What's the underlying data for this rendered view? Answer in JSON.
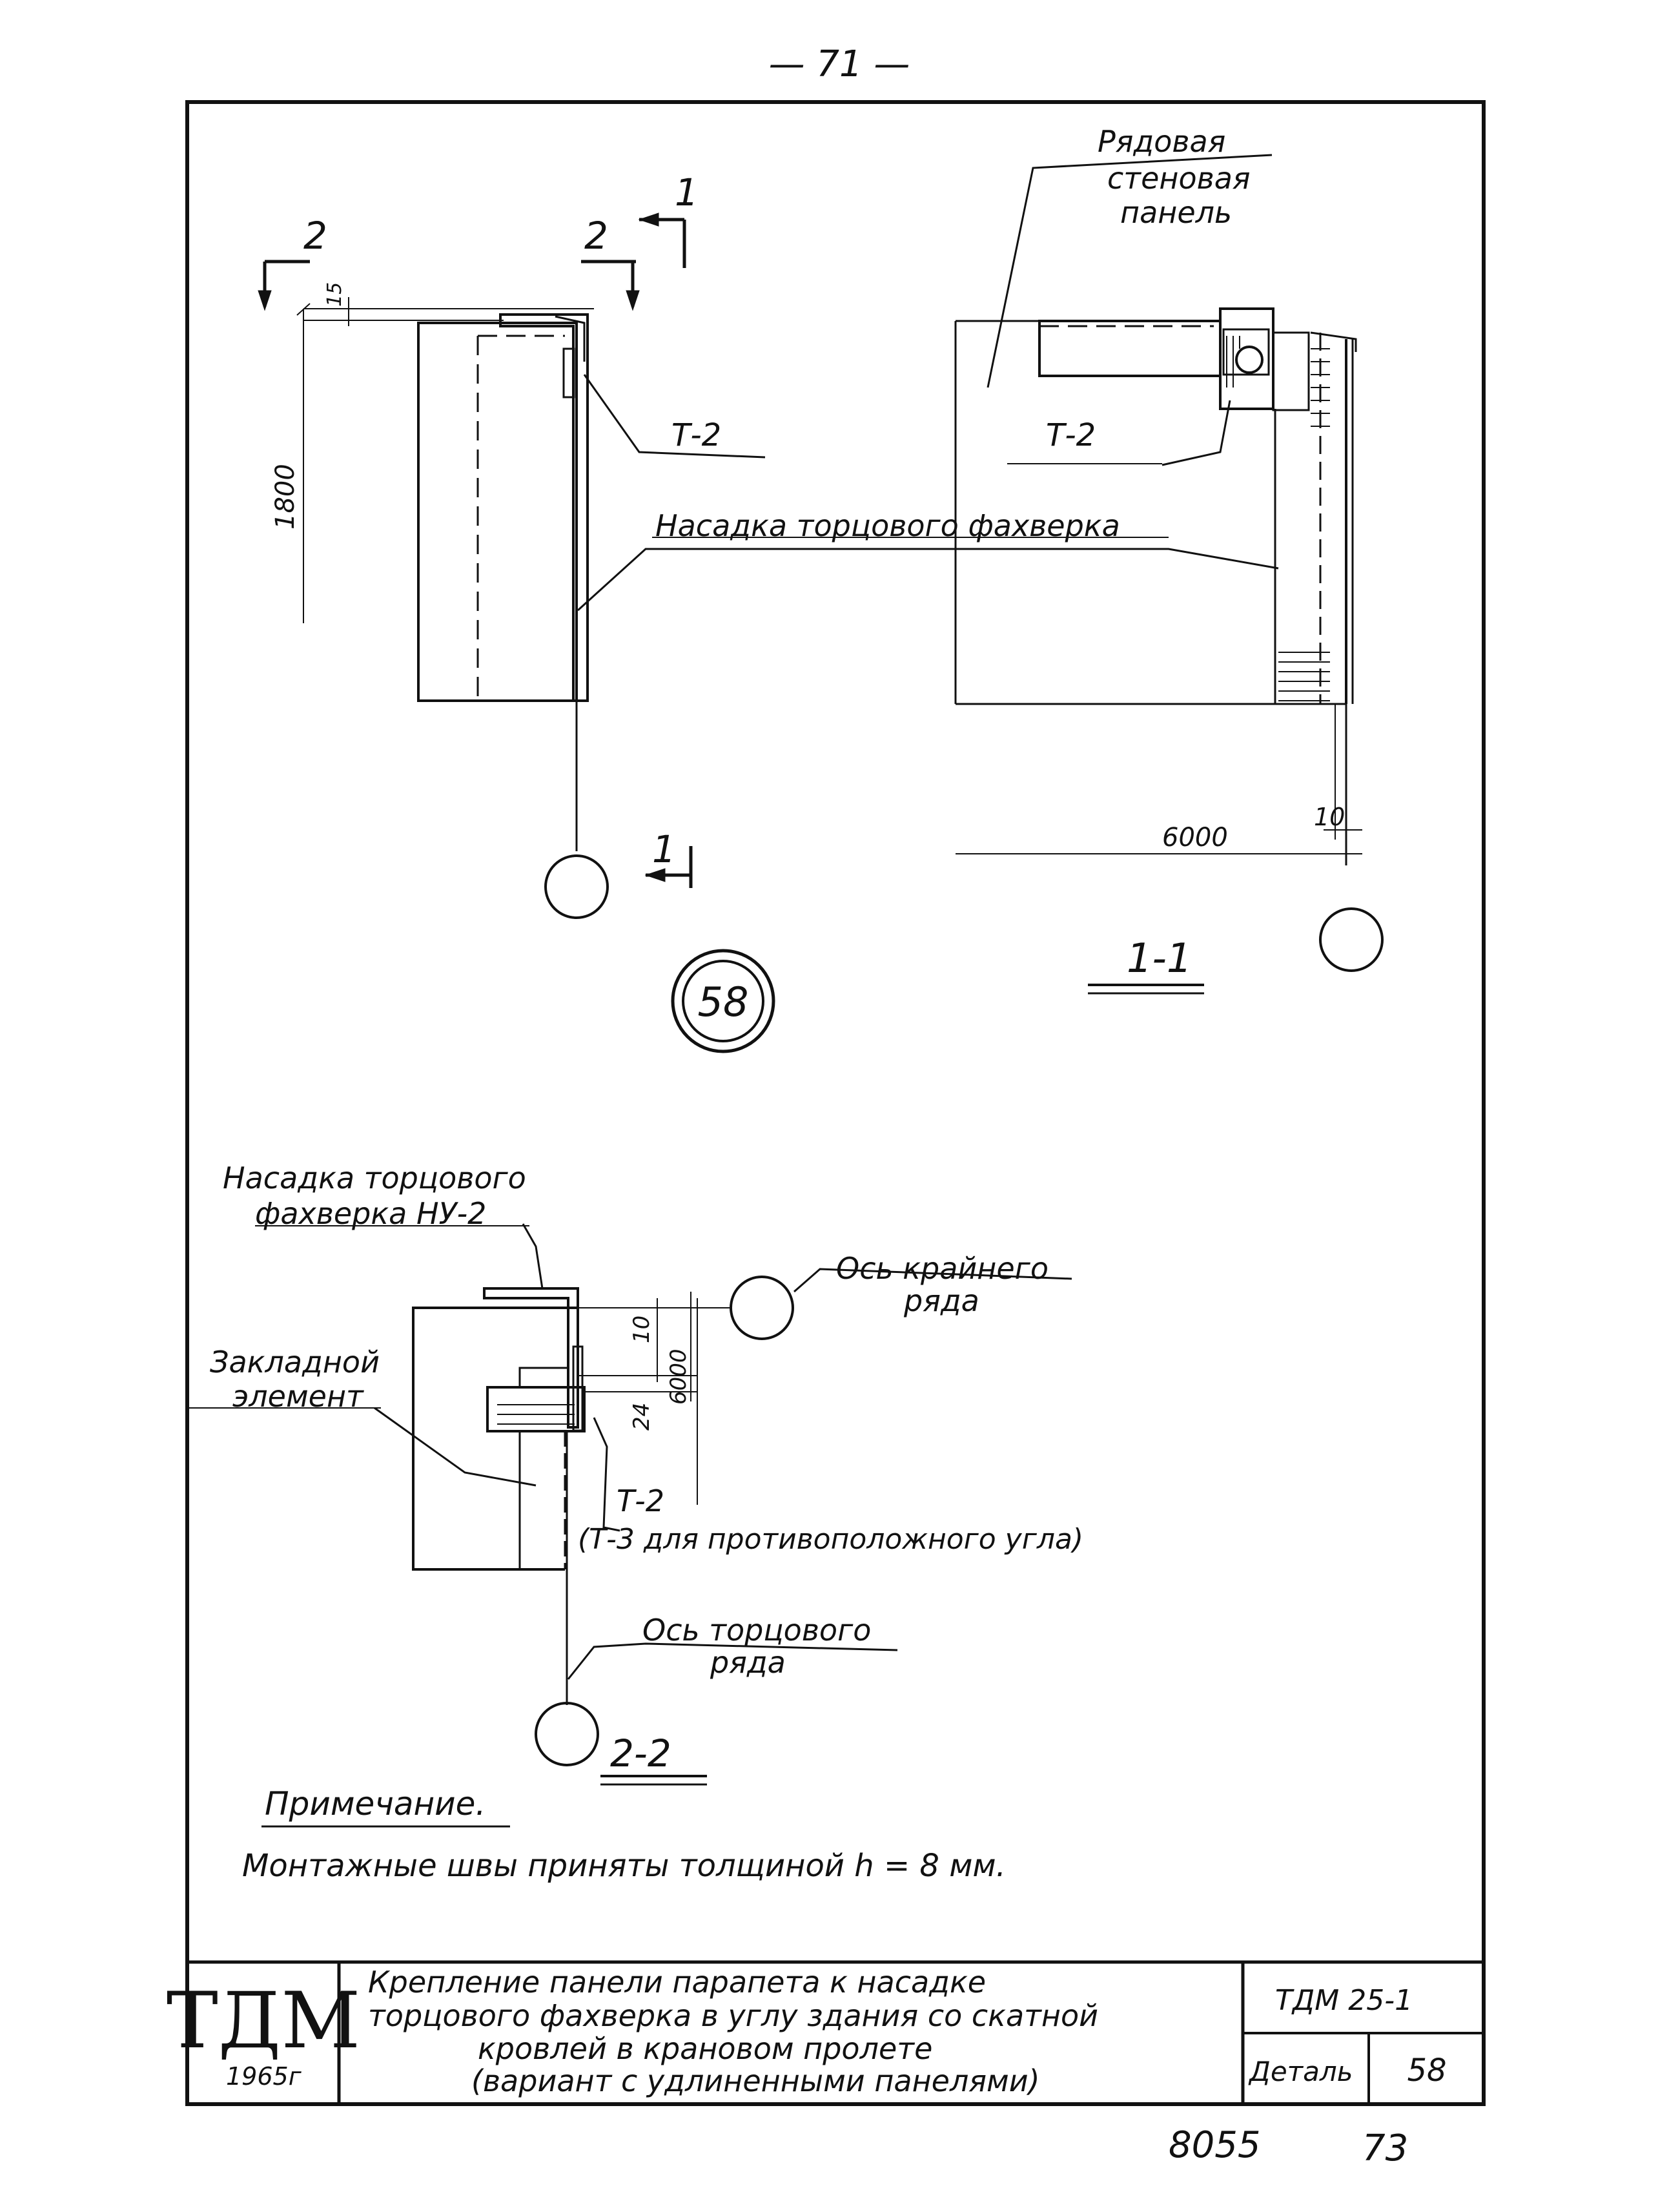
{
  "page_number": "— 71 —",
  "view_1_1": {
    "label_panel_line1": "Рядовая",
    "label_panel_line2": "стеновая",
    "label_panel_line3": "панель",
    "label_t2": "Т-2",
    "dim_10": "10",
    "dim_6000": "6000",
    "section_title": "1-1"
  },
  "view_main": {
    "section_mark_2_left": "2",
    "section_mark_2_right": "2",
    "section_mark_1_top": "1",
    "section_mark_1_bottom": "1",
    "dim_15": "15",
    "dim_1800": "1800",
    "label_t2": "Т-2",
    "label_nasadka": "Насадка торцового фахверка",
    "detail_number": "58"
  },
  "view_2_2": {
    "label_nasadka_line1": "Насадка торцового",
    "label_nasadka_line2": "фахверка НУ-2",
    "label_axis_extreme_line1": "Ось крайнего",
    "label_axis_extreme_line2": "ряда",
    "label_embedded_line1": "Закладной",
    "label_embedded_line2": "элемент",
    "dim_10": "10",
    "dim_24": "24",
    "dim_6000": "6000",
    "label_t2": "Т-2",
    "label_t3": "(Т-3 для противоположного угла)",
    "label_axis_end_line1": "Ось торцового",
    "label_axis_end_line2": "ряда",
    "section_title": "2-2"
  },
  "note": {
    "title": "Примечание.",
    "text": "Монтажные швы приняты толщиной  h = 8 мм."
  },
  "title_block": {
    "logo": "ТДМ",
    "year": "1965г",
    "title_line1": "Крепление панели парапета к насадке",
    "title_line2": "торцового фахверка в углу здания со скатной",
    "title_line3": "кровлей в крановом пролете",
    "title_line4": "(вариант с удлиненными панелями)",
    "series": "ТДМ 25-1",
    "detail_label": "Деталь",
    "detail_number": "58"
  },
  "footer": {
    "code_left": "8055",
    "code_right": "73"
  }
}
